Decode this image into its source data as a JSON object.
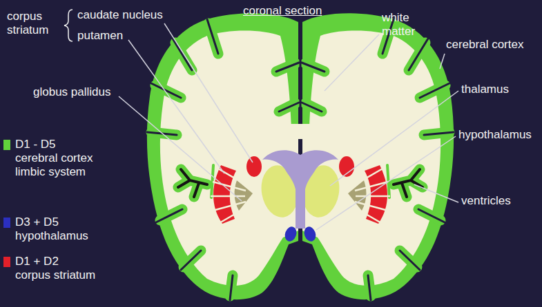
{
  "diagram": {
    "title": "coronal section",
    "labels": [
      "corpus striatum",
      "caudate nucleus",
      "putamen",
      "globus pallidus",
      "white matter",
      "cerebral cortex",
      "thalamus",
      "hypothalamus",
      "ventricles"
    ],
    "legend": [
      {
        "text": "D1 - D5 cerebral cortex limbic system",
        "color": "#62d13c"
      },
      {
        "text": "D3 + D5 hypothalamus",
        "color": "#2b2fbf"
      },
      {
        "text": "D1 + D2 corpus striatum",
        "color": "#e3202a"
      }
    ]
  }
}
